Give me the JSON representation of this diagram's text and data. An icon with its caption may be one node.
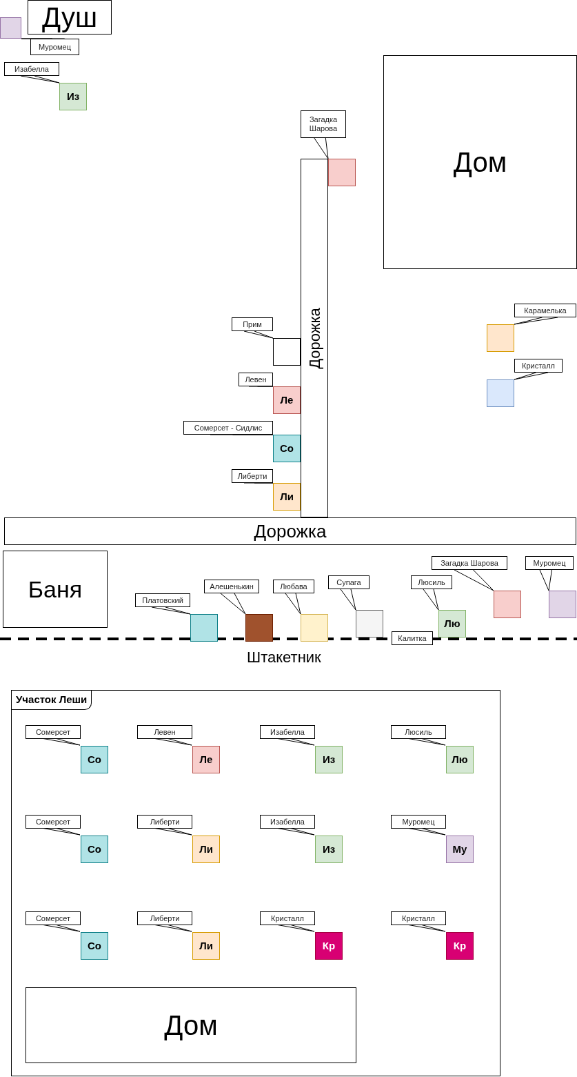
{
  "diagram": {
    "nodes": [
      {
        "text": [
          "Душ"
        ]
      },
      {
        "text": [],
        "shape": "box"
      },
      {
        "text": [
          "Муромец"
        ]
      },
      {
        "text": [
          "Изабелла"
        ]
      },
      {
        "text": [
          "Из"
        ]
      },
      {
        "text": [
          "Загадка Шарова"
        ]
      },
      {
        "text": [],
        "shape": "box"
      },
      {
        "text": [
          "Дорожка"
        ]
      },
      {
        "text": [
          "Дом"
        ]
      },
      {
        "text": [
          "Карамелька"
        ]
      },
      {
        "text": [],
        "shape": "box"
      },
      {
        "text": [
          "Кристалл"
        ]
      },
      {
        "text": [],
        "shape": "box"
      },
      {
        "text": [
          "Прим"
        ]
      },
      {
        "text": [],
        "shape": "box"
      },
      {
        "text": [
          "Левен"
        ]
      },
      {
        "text": [
          "Ле"
        ]
      },
      {
        "text": [
          "Сомерсет - Сидлис"
        ]
      },
      {
        "text": [
          "Со"
        ]
      },
      {
        "text": [
          "Либерти"
        ]
      },
      {
        "text": [
          "Ли"
        ]
      },
      {
        "text": [
          "Дорожка"
        ]
      },
      {
        "text": [
          "Баня"
        ]
      },
      {
        "text": [
          "Платовский"
        ]
      },
      {
        "text": [],
        "shape": "box"
      },
      {
        "text": [
          "Алешенькин"
        ]
      },
      {
        "text": [],
        "shape": "box"
      },
      {
        "text": [
          "Любава"
        ]
      },
      {
        "text": [],
        "shape": "box"
      },
      {
        "text": [
          "Супага"
        ]
      },
      {
        "text": [],
        "shape": "box"
      },
      {
        "text": [
          "Калитка"
        ]
      },
      {
        "text": [
          "Люсиль"
        ]
      },
      {
        "text": [
          "Лю"
        ]
      },
      {
        "text": [
          "Загадка Шарова"
        ]
      },
      {
        "text": [],
        "shape": "box"
      },
      {
        "text": [
          "Муромец"
        ]
      },
      {
        "text": [],
        "shape": "box"
      },
      {
        "text": [
          "Участок Леши"
        ]
      },
      {
        "text": [
          "Сомерсет"
        ],
        "in": 38
      },
      {
        "text": [
          "Со"
        ],
        "in": 38
      },
      {
        "text": [
          "Левен"
        ],
        "in": 38
      },
      {
        "text": [
          "Ле"
        ],
        "in": 38
      },
      {
        "text": [
          "Изабелла"
        ],
        "in": 38
      },
      {
        "text": [
          "Из"
        ],
        "in": 38
      },
      {
        "text": [
          "Люсиль"
        ],
        "in": 38
      },
      {
        "text": [
          "Лю"
        ],
        "in": 38
      },
      {
        "text": [
          "Сомерсет"
        ],
        "in": 38
      },
      {
        "text": [
          "Со"
        ],
        "in": 38
      },
      {
        "text": [
          "Либерти"
        ],
        "in": 38
      },
      {
        "text": [
          "Ли"
        ],
        "in": 38
      },
      {
        "text": [
          "Изабелла"
        ],
        "in": 38
      },
      {
        "text": [
          "Из"
        ],
        "in": 38
      },
      {
        "text": [
          "Муромец"
        ],
        "in": 38
      },
      {
        "text": [
          "Му"
        ],
        "in": 38
      },
      {
        "text": [
          "Сомерсет"
        ],
        "in": 38
      },
      {
        "text": [
          "Со"
        ],
        "in": 38
      },
      {
        "text": [
          "Либерти"
        ],
        "in": 38
      },
      {
        "text": [
          "Ли"
        ],
        "in": 38
      },
      {
        "text": [
          "Кристалл"
        ],
        "in": 38
      },
      {
        "text": [
          "Кр"
        ],
        "in": 38
      },
      {
        "text": [
          "Кристалл"
        ],
        "in": 38
      },
      {
        "text": [
          "Кр"
        ],
        "in": 38
      },
      {
        "text": [
          "Дом"
        ],
        "in": 38
      }
    ],
    "edges": [
      {
        "from": 2,
        "to": 1,
        "arrow": "none"
      },
      {
        "from": 3,
        "to": 4,
        "arrow": "none"
      },
      {
        "from": 5,
        "to": 6,
        "arrow": "none"
      },
      {
        "from": 9,
        "to": 10,
        "arrow": "none"
      },
      {
        "from": 11,
        "to": 12,
        "arrow": "none"
      },
      {
        "from": 13,
        "to": 14,
        "arrow": "none"
      },
      {
        "from": 15,
        "to": 16,
        "arrow": "none"
      },
      {
        "from": 17,
        "to": 18,
        "arrow": "none"
      },
      {
        "from": 19,
        "to": 20,
        "arrow": "none"
      },
      {
        "from": 23,
        "to": 24,
        "arrow": "none"
      },
      {
        "from": 25,
        "to": 26,
        "arrow": "none"
      },
      {
        "from": 27,
        "to": 28,
        "arrow": "none"
      },
      {
        "from": 29,
        "to": 30,
        "arrow": "none"
      },
      {
        "from": 32,
        "to": 33,
        "arrow": "none"
      },
      {
        "from": 34,
        "to": 35,
        "arrow": "none"
      },
      {
        "from": 36,
        "to": 37,
        "arrow": "none"
      },
      {
        "from": 39,
        "to": 40,
        "arrow": "none"
      },
      {
        "from": 41,
        "to": 42,
        "arrow": "none"
      },
      {
        "from": 43,
        "to": 44,
        "arrow": "none"
      },
      {
        "from": 45,
        "to": 46,
        "arrow": "none"
      },
      {
        "from": 47,
        "to": 48,
        "arrow": "none"
      },
      {
        "from": 49,
        "to": 50,
        "arrow": "none"
      },
      {
        "from": 51,
        "to": 52,
        "arrow": "none"
      },
      {
        "from": 53,
        "to": 54,
        "arrow": "none"
      },
      {
        "from": 55,
        "to": 56,
        "arrow": "none"
      },
      {
        "from": 57,
        "to": 58,
        "arrow": "none"
      },
      {
        "from": 59,
        "to": 60,
        "arrow": "none"
      },
      {
        "from": 61,
        "to": 62,
        "arrow": "none"
      }
    ],
    "labels": [
      "Штакетник"
    ]
  }
}
